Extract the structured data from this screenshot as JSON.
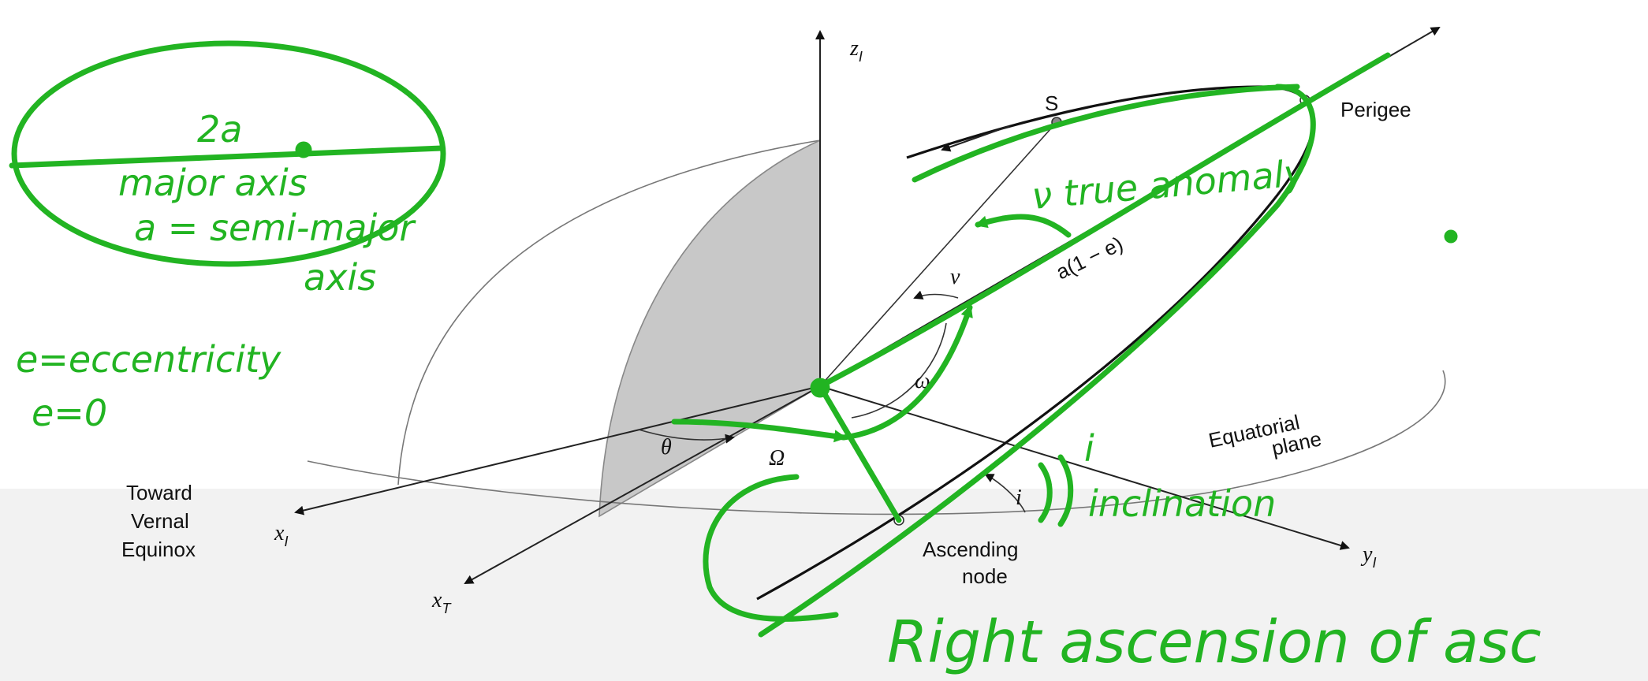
{
  "labels": {
    "z_axis": "z",
    "z_sub": "I",
    "x_axis": "x",
    "x_sub": "I",
    "xT_axis": "x",
    "xT_sub": "T",
    "y_axis": "y",
    "y_sub": "I",
    "satellite": "S",
    "perigee": "Perigee",
    "perigee_distance": "a(1 − e)",
    "true_anomaly_symbol": "ν",
    "arg_perigee_symbol": "ω",
    "theta_symbol": "θ",
    "raan_symbol": "Ω",
    "inclination_symbol": "i",
    "vernal_line1": "Toward",
    "vernal_line2": "Vernal",
    "vernal_line3": "Equinox",
    "equatorial_line1": "Equatorial",
    "equatorial_line2": "plane",
    "ascending_line1": "Ascending",
    "ascending_line2": "node"
  },
  "annotations": {
    "two_a": "2a",
    "major_axis": "major axis",
    "semi_major": "a = semi-major",
    "semi_major_cont": "axis",
    "eccentricity": "e=eccentricity",
    "e_zero": "e=0",
    "true_anomaly": "ν true anomaly",
    "inclination_i": "i",
    "inclination": "inclination",
    "right_ascension": "Right ascension of asc"
  },
  "colors": {
    "ink_green": "#22b422",
    "diagram_line": "#333333",
    "plane_shade": "#c8c8c8"
  }
}
